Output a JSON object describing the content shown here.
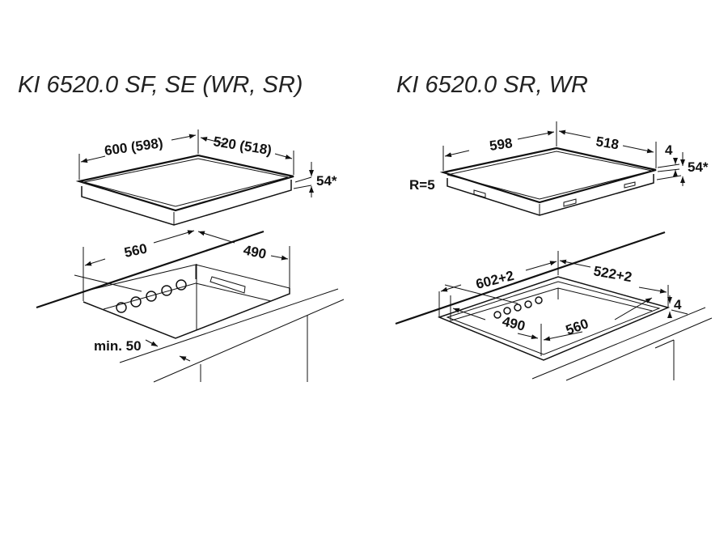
{
  "left": {
    "title": "KI 6520.0 SF, SE (WR, SR)",
    "dim_width": "600 (598)",
    "dim_depth": "520 (518)",
    "dim_height": "54*",
    "cut_width": "560",
    "cut_depth": "490",
    "min_edge": "min. 50"
  },
  "right": {
    "title": "KI 6520.0 SR, WR",
    "dim_width": "598",
    "dim_depth": "518",
    "dim_frame": "4",
    "dim_height": "54*",
    "radius": "R=5",
    "cut_width": "602+2",
    "cut_depth": "522+2",
    "rebate_depth": "4",
    "inner_depth": "490",
    "inner_width": "560"
  }
}
